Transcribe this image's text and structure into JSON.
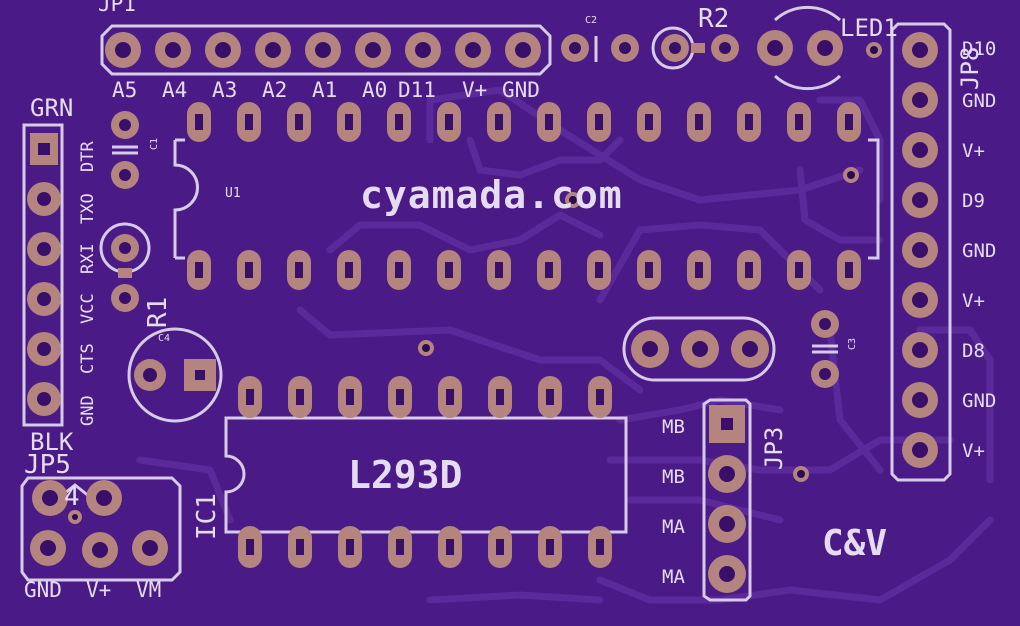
{
  "board": {
    "background": "#4a1a86",
    "copper": "#b3857e",
    "silkscreen": "#d8cbe8"
  },
  "headers": {
    "jp1": {
      "name": "JP1",
      "pins": [
        "A5",
        "A4",
        "A3",
        "A2",
        "A1",
        "A0",
        "D11",
        "V+",
        "GND"
      ]
    },
    "jp8": {
      "name": "JP8",
      "pins": [
        "D10",
        "GND",
        "V+",
        "D9",
        "GND",
        "V+",
        "D8",
        "GND",
        "V+"
      ]
    },
    "jp3": {
      "name": "JP3",
      "pins": [
        "MB",
        "MB",
        "MA",
        "MA"
      ]
    },
    "jp5": {
      "name": "JP5",
      "pins": [
        "GND",
        "V+",
        "VM"
      ]
    },
    "ftdi": {
      "top_label": "GRN",
      "bottom_label": "BLK",
      "pins": [
        "DTR",
        "TXO",
        "RXI",
        "VCC",
        "CTS",
        "GND"
      ]
    }
  },
  "components": {
    "r1": "R1",
    "r2": "R2",
    "c1": "C1",
    "c2": "C2",
    "c3": "C3",
    "c4": "C4",
    "led1": "LED1",
    "u1": "U1",
    "ic1": "IC1",
    "driver_chip": "L293D",
    "jumper_number": "4"
  },
  "branding": {
    "website": "cyamada.com",
    "initials": "C&V"
  }
}
